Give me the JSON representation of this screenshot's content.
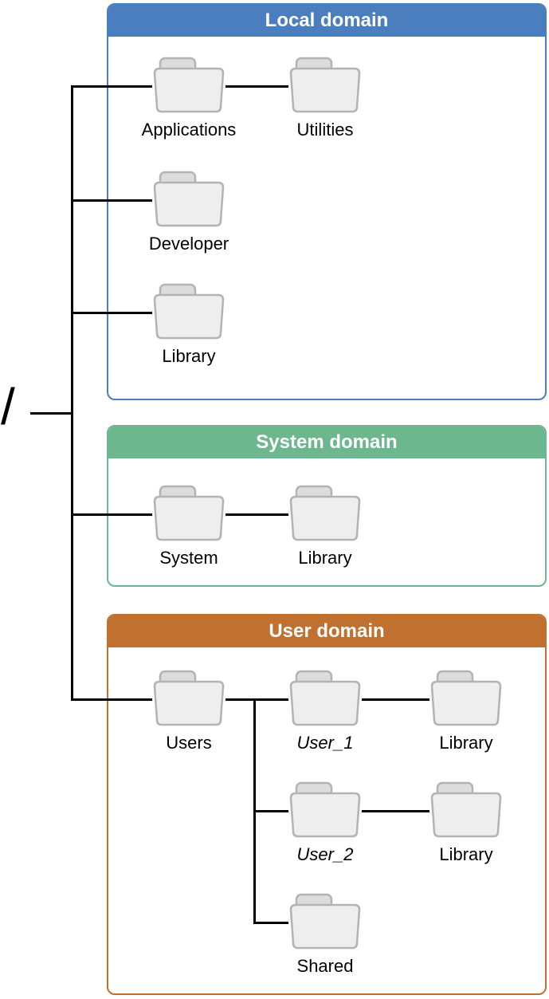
{
  "root": {
    "symbol": "/"
  },
  "colors": {
    "local_accent": "#4A7EBF",
    "system_accent": "#6DB78F",
    "user_accent": "#C0702F",
    "line": "#000000",
    "folder_fill": "#EEEEEE",
    "folder_tab_fill": "#DCDCDC",
    "folder_border": "#B3B3B3",
    "header_text": "#FFFFFF"
  },
  "domains": [
    {
      "title": "Local domain",
      "color": "#4A7EBF"
    },
    {
      "title": "System domain",
      "color": "#6DB78F"
    },
    {
      "title": "User domain",
      "color": "#C0702F"
    }
  ],
  "folders": {
    "applications": {
      "label": "Applications"
    },
    "utilities": {
      "label": "Utilities"
    },
    "developer": {
      "label": "Developer"
    },
    "library_local": {
      "label": "Library"
    },
    "system": {
      "label": "System"
    },
    "library_system": {
      "label": "Library"
    },
    "users": {
      "label": "Users"
    },
    "user_1": {
      "label": "User_1"
    },
    "library_user_1": {
      "label": "Library"
    },
    "user_2": {
      "label": "User_2"
    },
    "library_user_2": {
      "label": "Library"
    },
    "shared": {
      "label": "Shared"
    }
  }
}
